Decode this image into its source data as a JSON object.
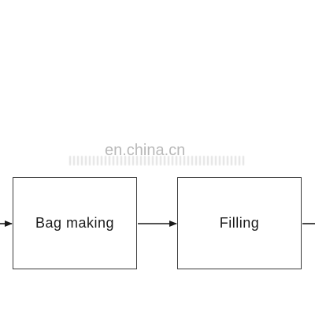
{
  "watermark": {
    "text": "en.china.cn"
  },
  "diagram": {
    "steps": [
      {
        "label": "Bag making"
      },
      {
        "label": "Filling"
      }
    ],
    "colors": {
      "stroke": "#3a3a3a",
      "text": "#1a1a1a",
      "watermark": "#b9b9b9"
    }
  }
}
